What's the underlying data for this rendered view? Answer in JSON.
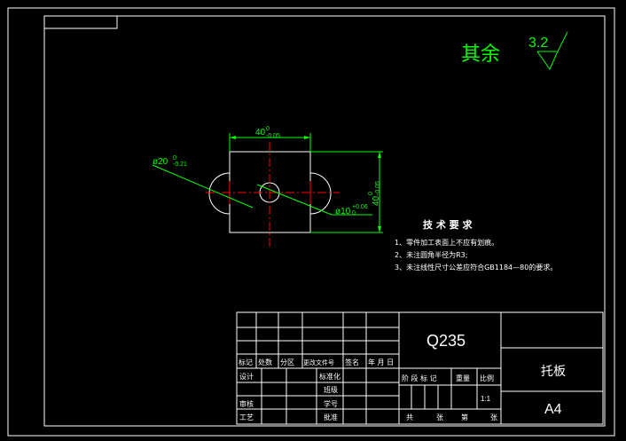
{
  "drawing": {
    "roughness_label": "其余",
    "roughness_value": "3.2",
    "dimensions": {
      "width_top": "40",
      "width_top_upper": "0",
      "width_top_lower": "-0.05",
      "height_right": "40",
      "height_right_upper": "0",
      "height_right_lower": "-0.05",
      "phi20": "ø20",
      "phi20_upper": "0",
      "phi20_lower": "-0.21",
      "phi10": "ø10",
      "phi10_upper": "+0.06",
      "phi10_lower": "0"
    },
    "tech_requirements": {
      "title": "技 术 要 求",
      "items": [
        "1、零件加工表面上不应有划痕。",
        "2、未注圆角半径为R3;",
        "3、未注线性尺寸公差应符合GB1184—80的要求。"
      ]
    }
  },
  "title_block": {
    "material": "Q235",
    "part_name": "托板",
    "paper_size": "A4",
    "scale": "1:1",
    "headers": [
      "标记",
      "处数",
      "分区",
      "更改文件号",
      "签名",
      "年 月 日"
    ],
    "roles": [
      "设计",
      "审核",
      "工艺"
    ],
    "mid_labels": [
      "标准化",
      "班级",
      "学号",
      "批准"
    ],
    "right_headers": [
      "阶 段 标 记",
      "重量",
      "比例"
    ],
    "bottom": [
      "共",
      "张",
      "第",
      "张"
    ]
  },
  "colors": {
    "frame": "#ffffff",
    "dim": "#00ff00",
    "part": "#ffffff",
    "center": "#ff0000"
  }
}
